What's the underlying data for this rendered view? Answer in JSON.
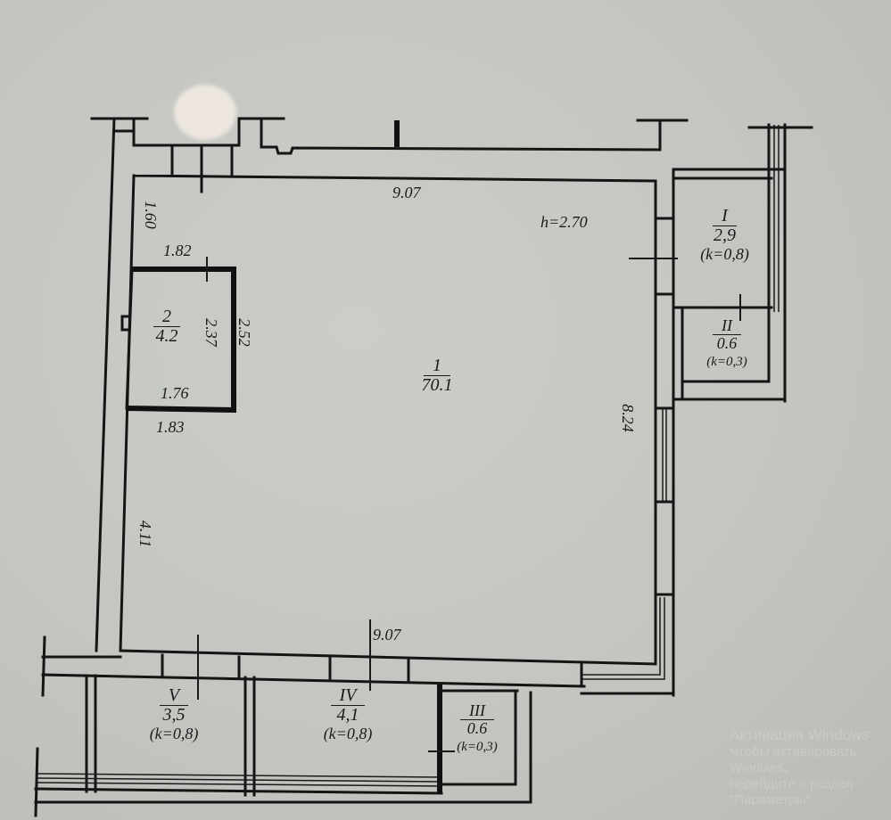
{
  "plan": {
    "ceiling_height": "h=2.70",
    "rooms": [
      {
        "id": "1",
        "area": "70.1"
      },
      {
        "id": "2",
        "area": "4.2"
      }
    ],
    "balconies": [
      {
        "id": "I",
        "area": "2,9",
        "k": "(k=0,8)"
      },
      {
        "id": "II",
        "area": "0.6",
        "k": "(k=0,3)"
      },
      {
        "id": "III",
        "area": "0.6",
        "k": "(k=0,3)"
      },
      {
        "id": "IV",
        "area": "4,1",
        "k": "(k=0,8)"
      },
      {
        "id": "V",
        "area": "3,5",
        "k": "(k=0,8)"
      }
    ],
    "dimensions": {
      "top_width": "9.07",
      "bottom_width": "9.07",
      "right_height": "8.24",
      "left_upper": "1.60",
      "left_lower": "4.11",
      "room2_top": "1.82",
      "room2_inner_bottom": "1.76",
      "room2_outer_bottom": "1.83",
      "room2_inner_height": "2.37",
      "room2_outer_height": "2.52"
    }
  },
  "watermark": {
    "line1": "Активация Windows",
    "line2": "Чтобы активировать Windows,",
    "line3": "перейдите в раздел \"Параметры\"."
  },
  "colors": {
    "paper": "#c4c6c1",
    "ink": "#151515"
  }
}
